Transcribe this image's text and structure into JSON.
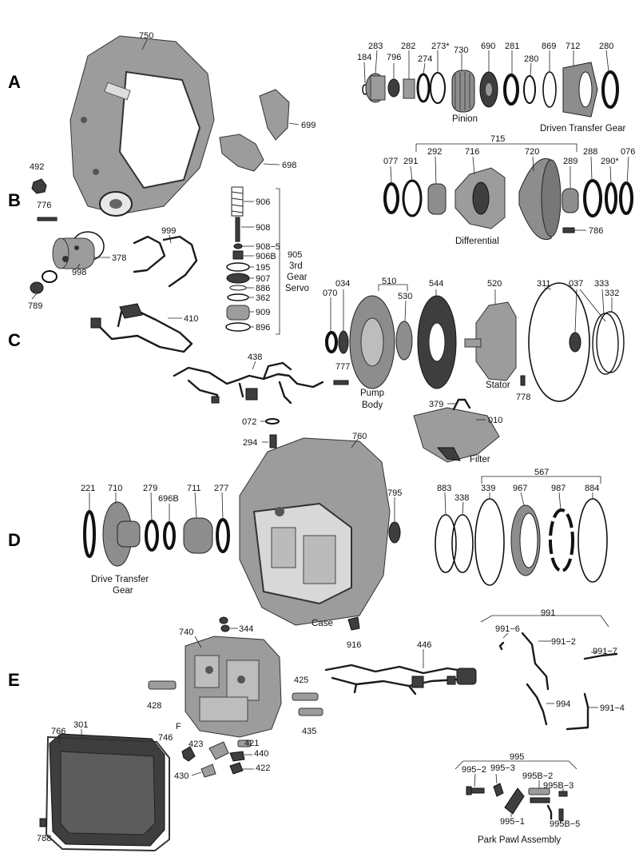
{
  "rows": [
    "A",
    "B",
    "C",
    "D",
    "E"
  ],
  "parts": {
    "p750": "750",
    "p184": "184",
    "p283": "283",
    "p796": "796",
    "p282": "282",
    "p274": "274",
    "p273": "273*",
    "p730": "730",
    "p690": "690",
    "p281": "281",
    "p280a": "280",
    "p869": "869",
    "p712": "712",
    "p280b": "280",
    "p699": "699",
    "p698": "698",
    "p492": "492",
    "p776": "776",
    "p715": "715",
    "p077": "077",
    "p291": "291",
    "p292": "292",
    "p716": "716",
    "p720": "720",
    "p289": "289",
    "p288": "288",
    "p290": "290*",
    "p076": "076",
    "p786": "786",
    "p906": "906",
    "p908": "908",
    "p908_5": "908−5",
    "p906B": "906B",
    "p195": "195",
    "p907": "907",
    "p886": "886",
    "p362": "362",
    "p909": "909",
    "p896": "896",
    "p905": "905",
    "p999": "999",
    "p378": "378",
    "p998": "998",
    "p789": "789",
    "p410": "410",
    "p510": "510",
    "p070": "070",
    "p034": "034",
    "p530": "530",
    "p544": "544",
    "p520": "520",
    "p311": "311",
    "p037": "037",
    "p333": "333",
    "p332": "332",
    "p438": "438",
    "p777": "777",
    "p778": "778",
    "p379": "379",
    "p010": "010",
    "p072": "072",
    "p294": "294",
    "p760": "760",
    "p221": "221",
    "p710": "710",
    "p279": "279",
    "p696B": "696B",
    "p711": "711",
    "p277": "277",
    "p795": "795",
    "p567": "567",
    "p883": "883",
    "p338": "338",
    "p339": "339",
    "p967": "967",
    "p987": "987",
    "p884": "884",
    "p740": "740",
    "p344": "344",
    "p916": "916",
    "p446": "446",
    "p991": "991",
    "p991_6": "991−6",
    "p991_2": "991−2",
    "p991_7": "991−7",
    "p994": "994",
    "p991_4": "991−4",
    "p425": "425",
    "p428": "428",
    "p435": "435",
    "p766": "766",
    "p301": "301",
    "p746": "746",
    "pF": "F",
    "p423": "423",
    "p421": "421",
    "p440": "440",
    "p430": "430",
    "p422": "422",
    "p788": "788",
    "p995": "995",
    "p995_2": "995−2",
    "p995_3": "995−3",
    "p995B_2": "995B−2",
    "p995B_3": "995B−3",
    "p995_1": "995−1",
    "p995B_5": "995B−5"
  },
  "captions": {
    "pinion": "Pinion",
    "driven_transfer_gear": "Driven  Transfer  Gear",
    "differential": "Differential",
    "servo_line1": "3rd",
    "servo_line2": "Gear",
    "servo_line3": "Servo",
    "pump_body_line1": "Pump",
    "pump_body_line2": "Body",
    "stator": "Stator",
    "filter": "Filter",
    "drive_transfer_gear_line1": "Drive  Transfer",
    "drive_transfer_gear_line2": "Gear",
    "case": "Case",
    "park_pawl_assembly": "Park  Pawl  Assembly"
  }
}
